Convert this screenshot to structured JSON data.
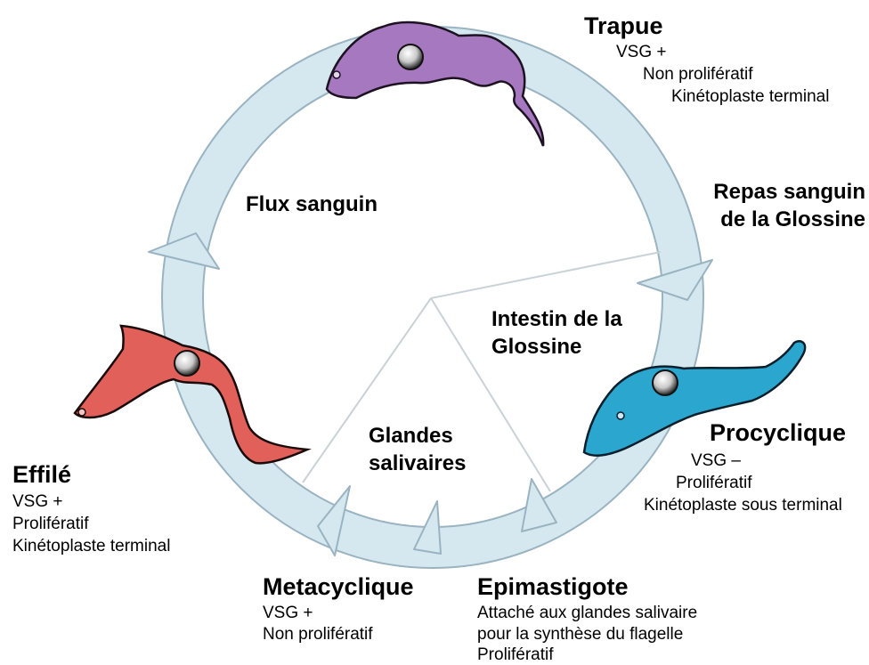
{
  "colors": {
    "ring": "#d5e8f0",
    "ring_edge": "#9ab3c0",
    "trapue": "#a678bf",
    "effile": "#e2605a",
    "procyclique": "#2aa6cf",
    "divider": "#c9d2d6"
  },
  "zones": {
    "flux": "Flux sanguin",
    "repas": [
      "Repas sanguin",
      "de la Glossine"
    ],
    "intestin": [
      "Intestin de la",
      "Glossine"
    ],
    "glandes": [
      "Glandes",
      "salivaires"
    ]
  },
  "stages": {
    "trapue": {
      "title": "Trapue",
      "lines": [
        "VSG +",
        "Non prolifératif",
        "Kinétoplaste terminal"
      ]
    },
    "procyclique": {
      "title": "Procyclique",
      "lines": [
        "VSG –",
        "Prolifératif",
        "Kinétoplaste sous terminal"
      ]
    },
    "epimastigote": {
      "title": "Epimastigote",
      "lines": [
        "Attaché aux glandes salivaire",
        "pour la synthèse du flagelle",
        "Prolifératif"
      ]
    },
    "metacyclique": {
      "title": "Metacyclique",
      "lines": [
        "VSG +",
        "Non prolifératif"
      ]
    },
    "effile": {
      "title": "Effilé",
      "lines": [
        "VSG +",
        "Prolifératif",
        "Kinétoplaste terminal"
      ]
    }
  },
  "icons": [
    "trypanosome-trapue-icon",
    "trypanosome-procyclique-icon",
    "trypanosome-effile-icon",
    "cycle-arrow-icon"
  ]
}
